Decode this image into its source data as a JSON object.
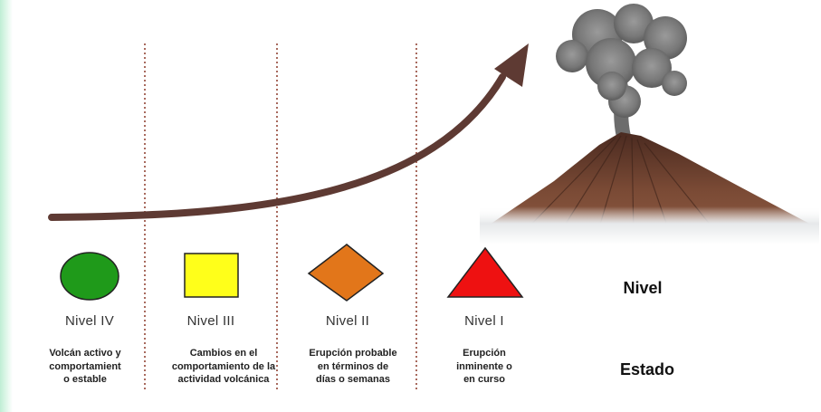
{
  "levels": [
    {
      "name": "Nivel IV",
      "shape": "circle",
      "color": "#1f9a1a",
      "description": "Volcán activo y\ncomportamient\no estable"
    },
    {
      "name": "Nivel III",
      "shape": "square",
      "color": "#ffff1a",
      "description": "Cambios en el\ncomportamiento de la\nactividad volcánica"
    },
    {
      "name": "Nivel II",
      "shape": "diamond",
      "color": "#e2761a",
      "description": "Erupción probable\nen términos de\ndías o semanas"
    },
    {
      "name": "Nivel  I",
      "shape": "triangle",
      "color": "#ee1111",
      "description": "Erupción\ninminente o\nen curso"
    }
  ],
  "labels": {
    "level": "Nivel",
    "state": "Estado"
  },
  "colors": {
    "arrow": "#5e3a33",
    "divider": "#a86a5e"
  }
}
